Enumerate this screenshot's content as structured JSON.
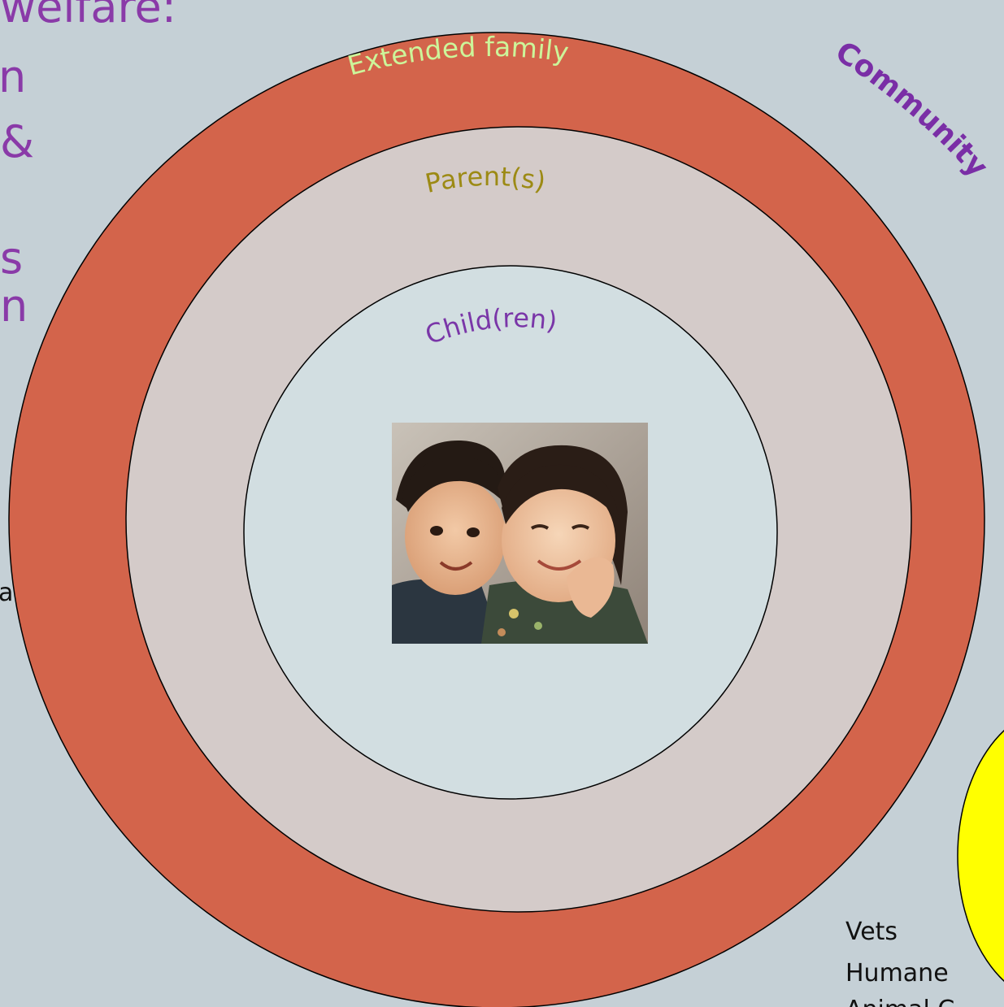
{
  "slide": {
    "left_heading_fragment": "welfare:",
    "left_fragments": [
      "n",
      "&",
      "s",
      "n",
      "al"
    ]
  },
  "rings": {
    "outer_label": "Extended family",
    "middle_label": "Parent(s)",
    "inner_label": "Child(ren)"
  },
  "community": {
    "label": "Community",
    "items": [
      "Vets",
      "Humane",
      "Animal C"
    ]
  },
  "photo": {
    "alt": "two smiling children"
  },
  "colors": {
    "background": "#c5d0d6",
    "outer_ring": "#d3644b",
    "middle_ring": "#d4cbc9",
    "inner_circle": "#d2dee1",
    "extended_label": "#ccf59a",
    "parents_label": "#9c8a14",
    "children_label": "#7a36a8",
    "community_label": "#7a2ea6",
    "community_circle": "#ffff00"
  }
}
